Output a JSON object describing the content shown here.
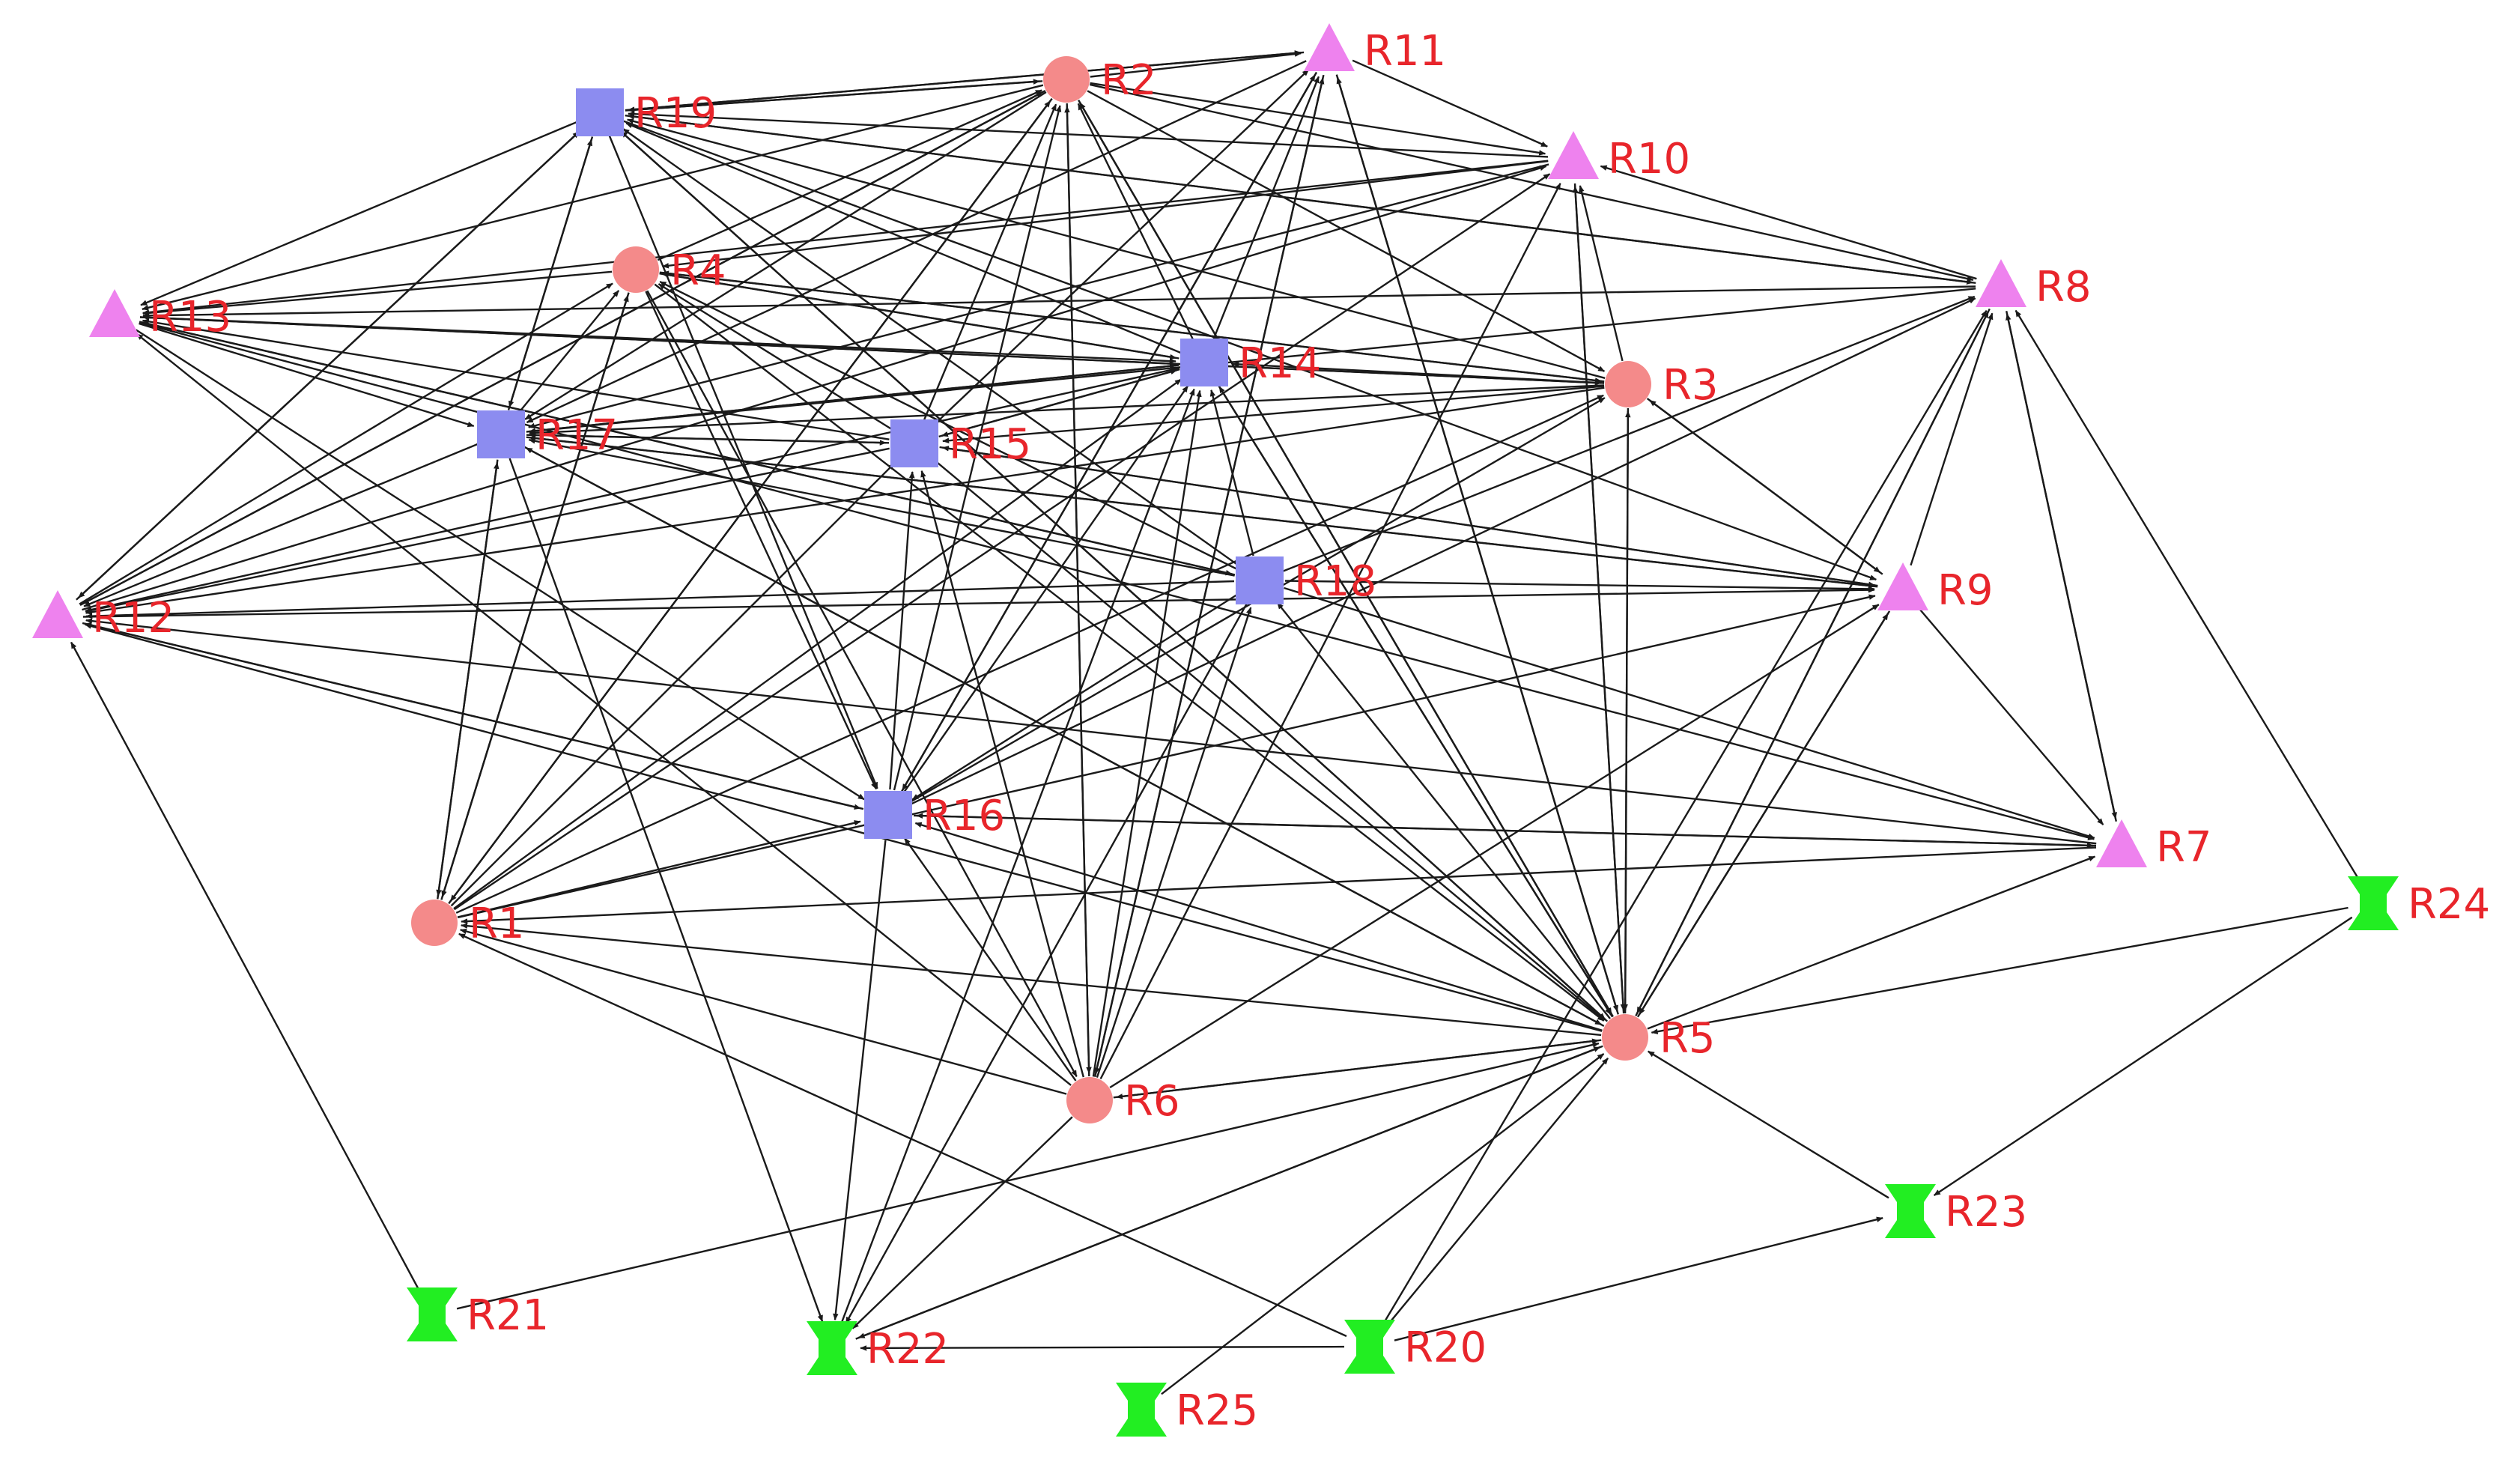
{
  "colors": {
    "edge": "#1a1a1a",
    "label": "#e8252b",
    "circle": "#f48a8a",
    "square": "#8c8cf0",
    "triangle": "#ee82ee",
    "hourglass": "#22ee22"
  },
  "nodes": [
    {
      "id": "R1",
      "label": "R1",
      "shape": "circle"
    },
    {
      "id": "R2",
      "label": "R2",
      "shape": "circle"
    },
    {
      "id": "R3",
      "label": "R3",
      "shape": "circle"
    },
    {
      "id": "R4",
      "label": "R4",
      "shape": "circle"
    },
    {
      "id": "R5",
      "label": "R5",
      "shape": "circle"
    },
    {
      "id": "R6",
      "label": "R6",
      "shape": "circle"
    },
    {
      "id": "R7",
      "label": "R7",
      "shape": "triangle"
    },
    {
      "id": "R8",
      "label": "R8",
      "shape": "triangle"
    },
    {
      "id": "R9",
      "label": "R9",
      "shape": "triangle"
    },
    {
      "id": "R10",
      "label": "R10",
      "shape": "triangle"
    },
    {
      "id": "R11",
      "label": "R11",
      "shape": "triangle"
    },
    {
      "id": "R12",
      "label": "R12",
      "shape": "triangle"
    },
    {
      "id": "R13",
      "label": "R13",
      "shape": "triangle"
    },
    {
      "id": "R14",
      "label": "R14",
      "shape": "square"
    },
    {
      "id": "R15",
      "label": "R15",
      "shape": "square"
    },
    {
      "id": "R16",
      "label": "R16",
      "shape": "square"
    },
    {
      "id": "R17",
      "label": "R17",
      "shape": "square"
    },
    {
      "id": "R18",
      "label": "R18",
      "shape": "square"
    },
    {
      "id": "R19",
      "label": "R19",
      "shape": "square"
    },
    {
      "id": "R20",
      "label": "R20",
      "shape": "hourglass"
    },
    {
      "id": "R21",
      "label": "R21",
      "shape": "hourglass"
    },
    {
      "id": "R22",
      "label": "R22",
      "shape": "hourglass"
    },
    {
      "id": "R23",
      "label": "R23",
      "shape": "hourglass"
    },
    {
      "id": "R24",
      "label": "R24",
      "shape": "hourglass"
    },
    {
      "id": "R25",
      "label": "R25",
      "shape": "hourglass"
    }
  ],
  "edges": [
    [
      "R1",
      "R2"
    ],
    [
      "R1",
      "R3"
    ],
    [
      "R1",
      "R4"
    ],
    [
      "R1",
      "R10"
    ],
    [
      "R1",
      "R14"
    ],
    [
      "R1",
      "R15"
    ],
    [
      "R1",
      "R16"
    ],
    [
      "R1",
      "R17"
    ],
    [
      "R1",
      "R9"
    ],
    [
      "R2",
      "R1"
    ],
    [
      "R2",
      "R3"
    ],
    [
      "R2",
      "R5"
    ],
    [
      "R2",
      "R6"
    ],
    [
      "R2",
      "R8"
    ],
    [
      "R2",
      "R10"
    ],
    [
      "R2",
      "R11"
    ],
    [
      "R2",
      "R13"
    ],
    [
      "R2",
      "R17"
    ],
    [
      "R2",
      "R19"
    ],
    [
      "R2",
      "R12"
    ],
    [
      "R3",
      "R4"
    ],
    [
      "R3",
      "R5"
    ],
    [
      "R3",
      "R9"
    ],
    [
      "R3",
      "R10"
    ],
    [
      "R3",
      "R12"
    ],
    [
      "R3",
      "R13"
    ],
    [
      "R3",
      "R14"
    ],
    [
      "R3",
      "R15"
    ],
    [
      "R3",
      "R17"
    ],
    [
      "R3",
      "R19"
    ],
    [
      "R4",
      "R2"
    ],
    [
      "R4",
      "R3"
    ],
    [
      "R4",
      "R5"
    ],
    [
      "R4",
      "R6"
    ],
    [
      "R4",
      "R13"
    ],
    [
      "R4",
      "R14"
    ],
    [
      "R4",
      "R16"
    ],
    [
      "R4",
      "R1"
    ],
    [
      "R5",
      "R1"
    ],
    [
      "R5",
      "R2"
    ],
    [
      "R5",
      "R3"
    ],
    [
      "R5",
      "R6"
    ],
    [
      "R5",
      "R7"
    ],
    [
      "R5",
      "R8"
    ],
    [
      "R5",
      "R9"
    ],
    [
      "R5",
      "R11"
    ],
    [
      "R5",
      "R14"
    ],
    [
      "R5",
      "R16"
    ],
    [
      "R5",
      "R17"
    ],
    [
      "R5",
      "R18"
    ],
    [
      "R5",
      "R19"
    ],
    [
      "R5",
      "R22"
    ],
    [
      "R5",
      "R12"
    ],
    [
      "R5",
      "R10"
    ],
    [
      "R6",
      "R1"
    ],
    [
      "R6",
      "R2"
    ],
    [
      "R6",
      "R5"
    ],
    [
      "R6",
      "R10"
    ],
    [
      "R6",
      "R11"
    ],
    [
      "R6",
      "R13"
    ],
    [
      "R6",
      "R14"
    ],
    [
      "R6",
      "R15"
    ],
    [
      "R6",
      "R16"
    ],
    [
      "R6",
      "R18"
    ],
    [
      "R6",
      "R22"
    ],
    [
      "R6",
      "R9"
    ],
    [
      "R7",
      "R1"
    ],
    [
      "R7",
      "R8"
    ],
    [
      "R7",
      "R12"
    ],
    [
      "R7",
      "R16"
    ],
    [
      "R8",
      "R7"
    ],
    [
      "R8",
      "R10"
    ],
    [
      "R8",
      "R13"
    ],
    [
      "R8",
      "R19"
    ],
    [
      "R8",
      "R5"
    ],
    [
      "R8",
      "R17"
    ],
    [
      "R9",
      "R3"
    ],
    [
      "R9",
      "R8"
    ],
    [
      "R9",
      "R15"
    ],
    [
      "R9",
      "R17"
    ],
    [
      "R9",
      "R5"
    ],
    [
      "R9",
      "R7"
    ],
    [
      "R10",
      "R13"
    ],
    [
      "R10",
      "R17"
    ],
    [
      "R10",
      "R19"
    ],
    [
      "R10",
      "R5"
    ],
    [
      "R10",
      "R4"
    ],
    [
      "R11",
      "R5"
    ],
    [
      "R11",
      "R6"
    ],
    [
      "R11",
      "R10"
    ],
    [
      "R11",
      "R16"
    ],
    [
      "R11",
      "R19"
    ],
    [
      "R11",
      "R17"
    ],
    [
      "R12",
      "R2"
    ],
    [
      "R12",
      "R4"
    ],
    [
      "R12",
      "R9"
    ],
    [
      "R12",
      "R10"
    ],
    [
      "R12",
      "R16"
    ],
    [
      "R12",
      "R19"
    ],
    [
      "R13",
      "R3"
    ],
    [
      "R13",
      "R7"
    ],
    [
      "R13",
      "R14"
    ],
    [
      "R13",
      "R16"
    ],
    [
      "R13",
      "R17"
    ],
    [
      "R13",
      "R18"
    ],
    [
      "R14",
      "R2"
    ],
    [
      "R14",
      "R5"
    ],
    [
      "R14",
      "R11"
    ],
    [
      "R14",
      "R12"
    ],
    [
      "R14",
      "R15"
    ],
    [
      "R14",
      "R17"
    ],
    [
      "R14",
      "R19"
    ],
    [
      "R14",
      "R4"
    ],
    [
      "R15",
      "R2"
    ],
    [
      "R15",
      "R5"
    ],
    [
      "R15",
      "R9"
    ],
    [
      "R15",
      "R11"
    ],
    [
      "R15",
      "R12"
    ],
    [
      "R15",
      "R13"
    ],
    [
      "R15",
      "R17"
    ],
    [
      "R15",
      "R4"
    ],
    [
      "R15",
      "R14"
    ],
    [
      "R16",
      "R2"
    ],
    [
      "R16",
      "R3"
    ],
    [
      "R16",
      "R7"
    ],
    [
      "R16",
      "R11"
    ],
    [
      "R16",
      "R12"
    ],
    [
      "R16",
      "R14"
    ],
    [
      "R16",
      "R15"
    ],
    [
      "R16",
      "R22"
    ],
    [
      "R16",
      "R8"
    ],
    [
      "R17",
      "R1"
    ],
    [
      "R17",
      "R4"
    ],
    [
      "R17",
      "R5"
    ],
    [
      "R17",
      "R9"
    ],
    [
      "R17",
      "R14"
    ],
    [
      "R17",
      "R15"
    ],
    [
      "R17",
      "R19"
    ],
    [
      "R17",
      "R22"
    ],
    [
      "R17",
      "R12"
    ],
    [
      "R18",
      "R4"
    ],
    [
      "R18",
      "R7"
    ],
    [
      "R18",
      "R8"
    ],
    [
      "R18",
      "R9"
    ],
    [
      "R18",
      "R12"
    ],
    [
      "R18",
      "R13"
    ],
    [
      "R18",
      "R14"
    ],
    [
      "R18",
      "R16"
    ],
    [
      "R18",
      "R17"
    ],
    [
      "R18",
      "R19"
    ],
    [
      "R18",
      "R22"
    ],
    [
      "R19",
      "R2"
    ],
    [
      "R19",
      "R5"
    ],
    [
      "R19",
      "R8"
    ],
    [
      "R19",
      "R9"
    ],
    [
      "R19",
      "R11"
    ],
    [
      "R19",
      "R13"
    ],
    [
      "R19",
      "R16"
    ],
    [
      "R19",
      "R17"
    ],
    [
      "R19",
      "R12"
    ],
    [
      "R20",
      "R1"
    ],
    [
      "R20",
      "R5"
    ],
    [
      "R20",
      "R8"
    ],
    [
      "R20",
      "R22"
    ],
    [
      "R20",
      "R23"
    ],
    [
      "R21",
      "R12"
    ],
    [
      "R21",
      "R5"
    ],
    [
      "R22",
      "R5"
    ],
    [
      "R22",
      "R14"
    ],
    [
      "R23",
      "R5"
    ],
    [
      "R24",
      "R5"
    ],
    [
      "R24",
      "R8"
    ],
    [
      "R24",
      "R23"
    ],
    [
      "R25",
      "R5"
    ]
  ]
}
